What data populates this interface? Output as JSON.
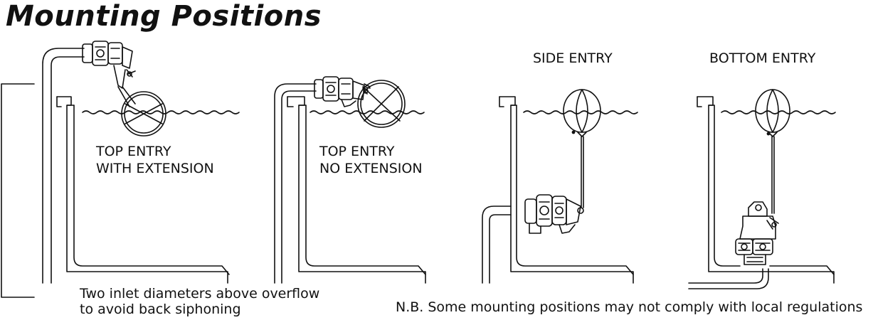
{
  "title": "Mounting Positions",
  "panels": [
    {
      "label_line1": "TOP ENTRY",
      "label_line2": "WITH EXTENSION"
    },
    {
      "label_line1": "TOP ENTRY",
      "label_line2": "NO EXTENSION"
    },
    {
      "header": "SIDE ENTRY"
    },
    {
      "header": "BOTTOM ENTRY"
    }
  ],
  "notes": {
    "inlet_line1": "Two inlet diameters above overflow",
    "inlet_line2": "to avoid back siphoning",
    "nb": "N.B. Some mounting positions may not comply with local regulations"
  }
}
